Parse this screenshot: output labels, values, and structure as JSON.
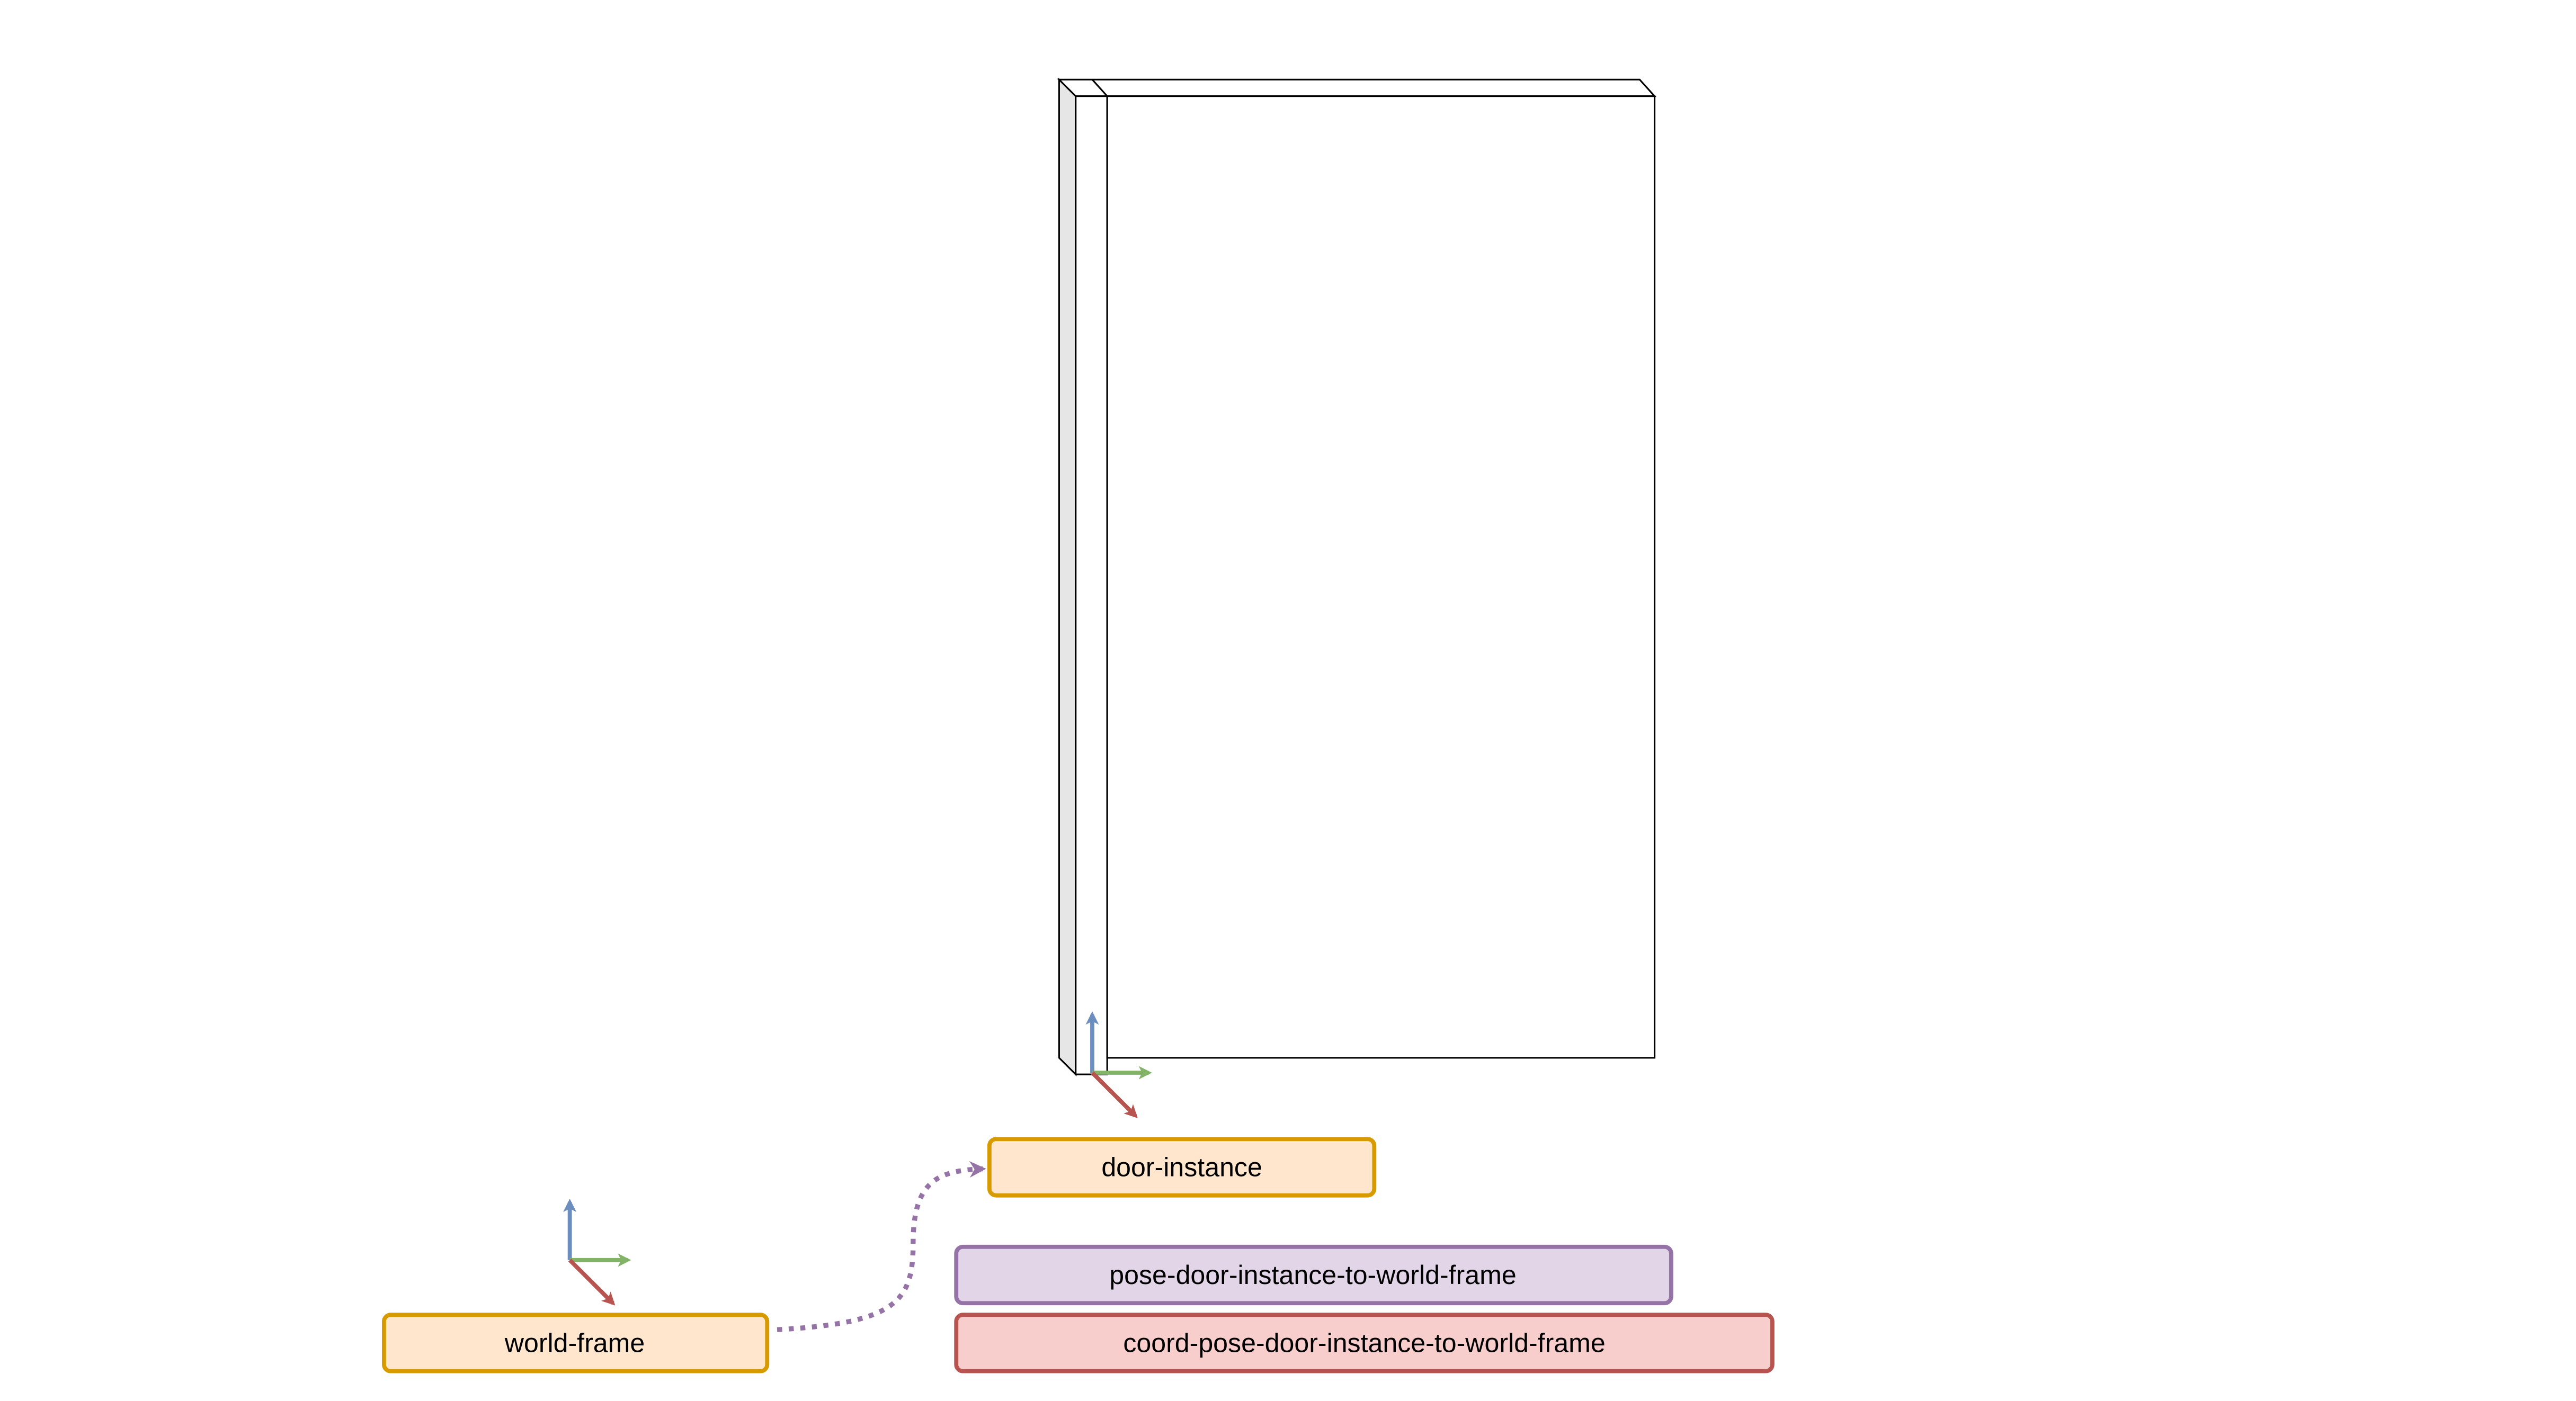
{
  "nodes": {
    "door_instance": {
      "label": "door-instance",
      "fill": "#ffe6cc",
      "stroke": "#d79b00"
    },
    "world_frame": {
      "label": "world-frame",
      "fill": "#ffe6cc",
      "stroke": "#d79b00"
    },
    "pose": {
      "label": "pose-door-instance-to-world-frame",
      "fill": "#e1d5e7",
      "stroke": "#9673a6"
    },
    "coord": {
      "label": "coord-pose-door-instance-to-world-frame",
      "fill": "#f8cecc",
      "stroke": "#b85450"
    }
  },
  "axis_colors": {
    "x": "#b85450",
    "y": "#82b366",
    "z": "#6c8ebf"
  },
  "edge_color": "#9673a6"
}
